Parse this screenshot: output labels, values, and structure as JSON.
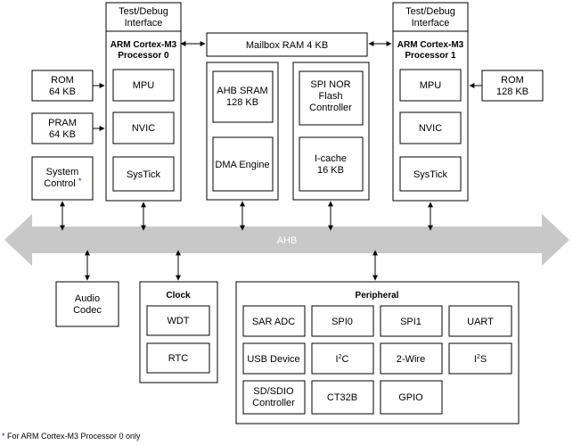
{
  "bus": {
    "label": "AHB"
  },
  "processor0": {
    "debug_line1": "Test/Debug",
    "debug_line2": "Interface",
    "title_line1": "ARM Cortex-M3",
    "title_line2": "Processor 0",
    "mpu": "MPU",
    "nvic": "NVIC",
    "systick": "SysTick"
  },
  "processor1": {
    "debug_line1": "Test/Debug",
    "debug_line2": "Interface",
    "title_line1": "ARM Cortex-M3",
    "title_line2": "Processor 1",
    "mpu": "MPU",
    "nvic": "NVIC",
    "systick": "SysTick"
  },
  "mailbox": "Mailbox RAM 4 KB",
  "rom0": {
    "line1": "ROM",
    "line2": "64 KB"
  },
  "pram": {
    "line1": "PRAM",
    "line2": "64 KB"
  },
  "sysctrl": {
    "line1": "System",
    "line2": "Control",
    "star": "*"
  },
  "rom1": {
    "line1": "ROM",
    "line2": "128 KB"
  },
  "sram": {
    "line1": "AHB SRAM",
    "line2": "128 KB"
  },
  "dma": "DMA Engine",
  "spiflash": {
    "line1": "SPI NOR",
    "line2": "Flash",
    "line3": "Controller"
  },
  "icache": {
    "line1": "I-cache",
    "line2": "16 KB"
  },
  "audio": {
    "line1": "Audio",
    "line2": "Codec"
  },
  "clock": {
    "title": "Clock",
    "wdt": "WDT",
    "rtc": "RTC"
  },
  "peripheral": {
    "title": "Peripheral",
    "sar_adc": "SAR ADC",
    "spi0": "SPI0",
    "spi1": "SPI1",
    "uart": "UART",
    "usb_device": "USB Device",
    "i2c_base": "I",
    "i2c_sup": "2",
    "i2c_tail": "C",
    "two_wire": "2-Wire",
    "i2s_base": "I",
    "i2s_sup": "2",
    "i2s_tail": "S",
    "sdio_line1": "SD/SDIO",
    "sdio_line2": "Controller",
    "ct32b": "CT32B",
    "gpio": "GPIO"
  },
  "footnote": {
    "star": "*",
    "text": " For ARM Cortex-M3 Processor 0 only"
  }
}
